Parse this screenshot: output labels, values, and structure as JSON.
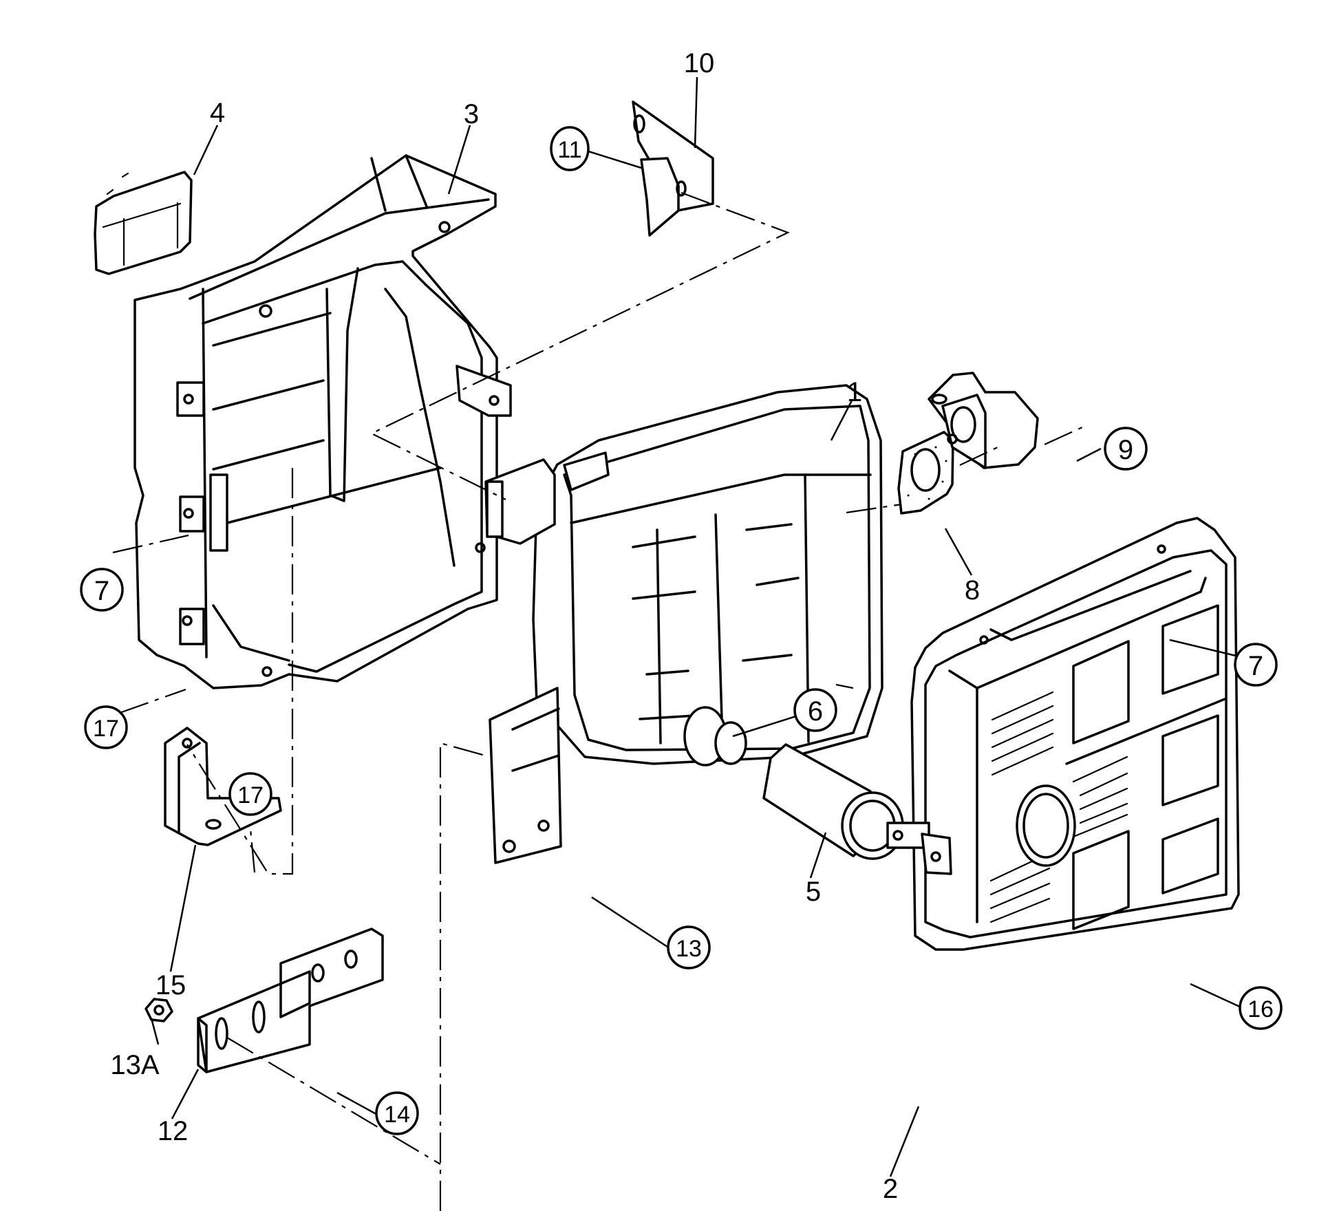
{
  "diagram": {
    "type": "exploded-parts-diagram",
    "subject": "muffler assembly",
    "callouts": [
      {
        "id": "1",
        "label": "1",
        "circled": false,
        "part": "muffler"
      },
      {
        "id": "2",
        "label": "2",
        "circled": false,
        "part": "muffler-protector-outer"
      },
      {
        "id": "3",
        "label": "3",
        "circled": false,
        "part": "muffler-protector-inner"
      },
      {
        "id": "4",
        "label": "4",
        "circled": false,
        "part": "cover-plate"
      },
      {
        "id": "5",
        "label": "5",
        "circled": false,
        "part": "exhaust-pipe"
      },
      {
        "id": "6",
        "label": "6",
        "circled": true,
        "part": "pipe-joint"
      },
      {
        "id": "7a",
        "label": "7",
        "circled": true,
        "part": "screw-left"
      },
      {
        "id": "7b",
        "label": "7",
        "circled": true,
        "part": "screw-right"
      },
      {
        "id": "8",
        "label": "8",
        "circled": false,
        "part": "gasket"
      },
      {
        "id": "9",
        "label": "9",
        "circled": true,
        "part": "flange-joint"
      },
      {
        "id": "10",
        "label": "10",
        "circled": false,
        "part": "upper-bracket"
      },
      {
        "id": "11",
        "label": "11",
        "circled": true,
        "part": "bracket-bolt"
      },
      {
        "id": "12",
        "label": "12",
        "circled": false,
        "part": "mounting-stay"
      },
      {
        "id": "13",
        "label": "13",
        "circled": true,
        "part": "muffler-bolt"
      },
      {
        "id": "13A",
        "label": "13A",
        "circled": false,
        "part": "hex-nut"
      },
      {
        "id": "14",
        "label": "14",
        "circled": true,
        "part": "stay-bolt"
      },
      {
        "id": "15",
        "label": "15",
        "circled": false,
        "part": "lower-bracket"
      },
      {
        "id": "16",
        "label": "16",
        "circled": true,
        "part": "protector-screw"
      },
      {
        "id": "17a",
        "label": "17",
        "circled": true,
        "part": "bolt-left"
      },
      {
        "id": "17b",
        "label": "17",
        "circled": true,
        "part": "bolt-bracket"
      }
    ]
  }
}
